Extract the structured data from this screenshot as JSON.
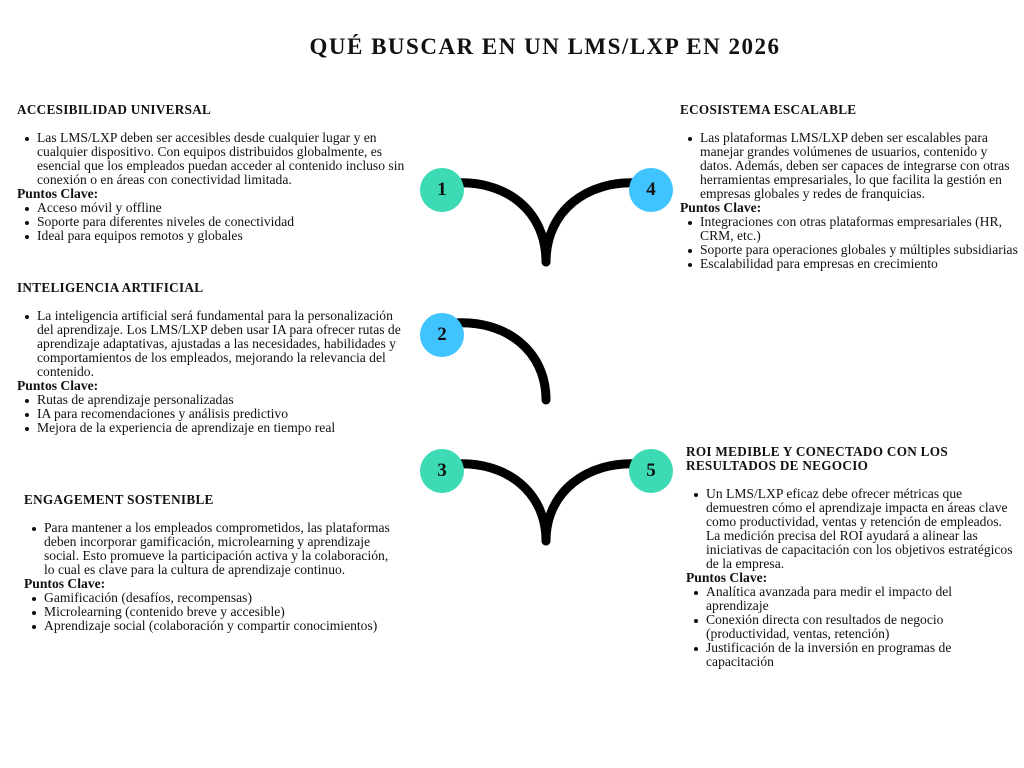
{
  "title": "QUÉ BUSCAR EN UN LMS/LXP EN 2026",
  "key_points_label": "Puntos Clave:",
  "colors": {
    "teal": "#3ddbb5",
    "blue": "#40c4ff"
  },
  "sections": [
    {
      "number": "1",
      "title": "ACCESIBILIDAD UNIVERSAL",
      "description": "Las LMS/LXP deben ser accesibles desde cualquier lugar y en cualquier dispositivo. Con equipos distribuidos globalmente, es esencial que los empleados puedan acceder al contenido incluso sin conexión o en áreas con conectividad limitada.",
      "points": [
        "Acceso móvil y offline",
        "Soporte para diferentes niveles de conectividad",
        "Ideal para equipos remotos y globales"
      ]
    },
    {
      "number": "2",
      "title": "INTELIGENCIA ARTIFICIAL",
      "description": "La inteligencia artificial será fundamental para la personalización del aprendizaje. Los LMS/LXP deben usar IA para ofrecer rutas de aprendizaje adaptativas, ajustadas a las necesidades, habilidades y comportamientos de los empleados, mejorando la relevancia del contenido.",
      "points": [
        "Rutas de aprendizaje personalizadas",
        "IA para recomendaciones y análisis predictivo",
        "Mejora de la experiencia de aprendizaje en tiempo real"
      ]
    },
    {
      "number": "3",
      "title": "ENGAGEMENT SOSTENIBLE",
      "description": "Para mantener a los empleados comprometidos, las plataformas deben incorporar gamificación, microlearning y aprendizaje social. Esto promueve la participación activa y la colaboración, lo cual es clave para la cultura de aprendizaje continuo.",
      "points": [
        "Gamificación (desafíos, recompensas)",
        "Microlearning (contenido breve y accesible)",
        "Aprendizaje social (colaboración y compartir conocimientos)"
      ]
    },
    {
      "number": "4",
      "title": "ECOSISTEMA ESCALABLE",
      "description": "Las plataformas LMS/LXP deben ser escalables para manejar grandes volúmenes de usuarios, contenido y datos. Además, deben ser capaces de integrarse con otras herramientas empresariales, lo que facilita la gestión en empresas globales y redes de franquicias.",
      "points": [
        "Integraciones con otras plataformas empresariales (HR, CRM, etc.)",
        "Soporte para operaciones globales y múltiples subsidiarias",
        "Escalabilidad para empresas en crecimiento"
      ]
    },
    {
      "number": "5",
      "title": "ROI MEDIBLE Y CONECTADO CON LOS RESULTADOS DE NEGOCIO",
      "description": "Un LMS/LXP eficaz debe ofrecer métricas que demuestren cómo el aprendizaje impacta en áreas clave como productividad, ventas y retención de empleados. La medición precisa del ROI ayudará a alinear las iniciativas de capacitación con los objetivos estratégicos de la empresa.",
      "points": [
        "Analítica avanzada para medir el impacto del aprendizaje",
        "Conexión directa con resultados de negocio (productividad, ventas, retención)",
        "Justificación de la inversión en programas de capacitación"
      ]
    }
  ]
}
